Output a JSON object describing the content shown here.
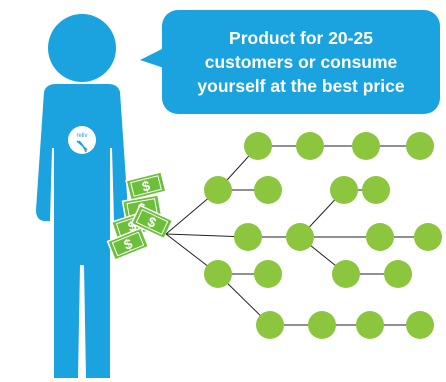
{
  "speech_bubble": {
    "text": "Product for 20-25\ncustomers or consume\nyourself at the best price"
  },
  "logo": {
    "text": "reliv"
  },
  "money": {
    "symbol": "$",
    "bill_count": 5
  },
  "network": {
    "columns": 7
  },
  "colors": {
    "figure": "#1ba3e0",
    "bubble": "#1ba3e0",
    "node": "#8cc63f",
    "money": "#6cbf3a",
    "line": "#222222",
    "text": "#ffffff"
  }
}
